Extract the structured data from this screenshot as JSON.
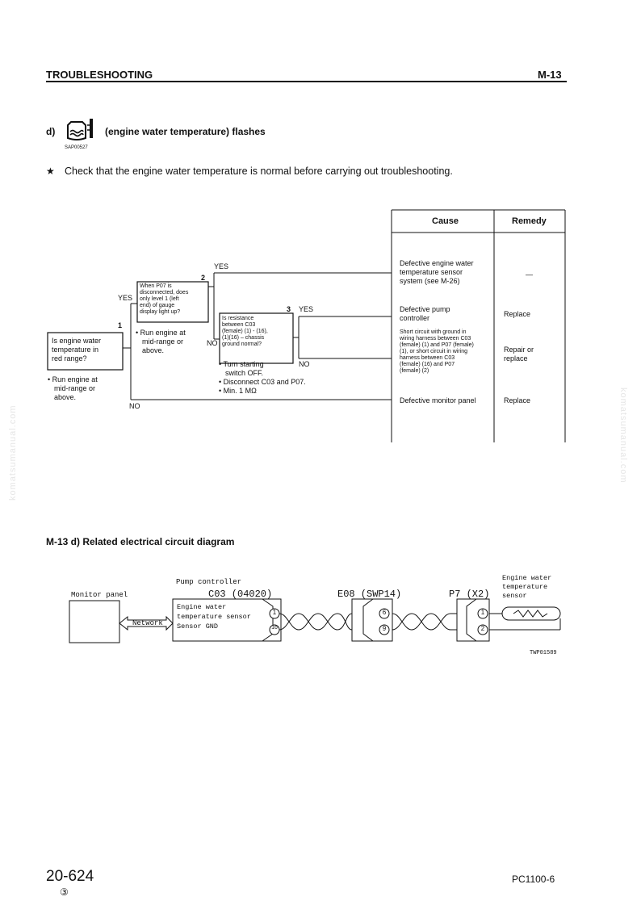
{
  "header": {
    "left": "TROUBLESHOOTING",
    "right": "M-13"
  },
  "section": {
    "prefix": "d)",
    "title": "(engine water temperature) flashes",
    "icon_name": "engine-water-temperature-icon",
    "icon_code": "SAP00527",
    "note_star": "★",
    "note": "Check that the engine water temperature is normal before carrying out troubleshooting."
  },
  "flow": {
    "col_cause": "Cause",
    "col_remedy": "Remedy",
    "q1": {
      "num": "1",
      "text": [
        "Is engine water",
        "temperature in",
        "red range?"
      ],
      "cond": [
        "• Run engine at",
        "mid-range or",
        "above."
      ]
    },
    "q2": {
      "num": "2",
      "text": [
        "When P07 is",
        "disconnected, does",
        "only level 1 (left",
        "end) of gauge",
        "display light up?"
      ],
      "cond": [
        "• Run engine at",
        "mid-range or",
        "above."
      ]
    },
    "q3": {
      "num": "3",
      "text": [
        "Is resistance",
        "between C03",
        "(female) (1) - (16),",
        "(1)(16) – chassis",
        "ground normal?"
      ],
      "cond": [
        "• Turn starting",
        "switch OFF.",
        "• Disconnect C03 and P07.",
        "• Min. 1 MΩ"
      ]
    },
    "labels": {
      "yes": "YES",
      "no": "NO"
    },
    "causes": [
      {
        "cause": [
          "Defective engine water",
          "temperature sensor",
          "system (see M-26)"
        ],
        "remedy": [
          "—"
        ]
      },
      {
        "cause": [
          "Defective pump",
          "controller"
        ],
        "remedy": [
          "Replace"
        ]
      },
      {
        "cause": [
          "Short circuit with ground in",
          "wiring harness between C03",
          "(female) (1) and P07 (female)",
          "(1), or short circuit in wiring",
          "harness between C03",
          "(female) (16) and P07",
          "(female) (2)"
        ],
        "remedy": [
          "Repair or",
          "replace"
        ]
      },
      {
        "cause": [
          "Defective monitor panel"
        ],
        "remedy": [
          "Replace"
        ]
      }
    ]
  },
  "circuit": {
    "title": "M-13 d) Related electrical circuit diagram",
    "monitor_panel": "Monitor panel",
    "network": "Network",
    "pump_controller": "Pump controller",
    "c03": "C03 (04020)",
    "e08": "E08 (SWP14)",
    "p7": "P7 (X2)",
    "sensor_label": [
      "Engine water",
      "temperature",
      "sensor"
    ],
    "c03_rows": [
      "Engine water",
      "temperature sensor",
      "Sensor GND"
    ],
    "pins": {
      "c03": [
        "1",
        "16"
      ],
      "e08": [
        "6",
        "9"
      ],
      "p7": [
        "1",
        "2"
      ]
    },
    "fig_code": "TWP01589"
  },
  "footer": {
    "page": "20-624",
    "rev": "③",
    "model": "PC1100-6"
  },
  "watermark": "komatsumanual.com"
}
